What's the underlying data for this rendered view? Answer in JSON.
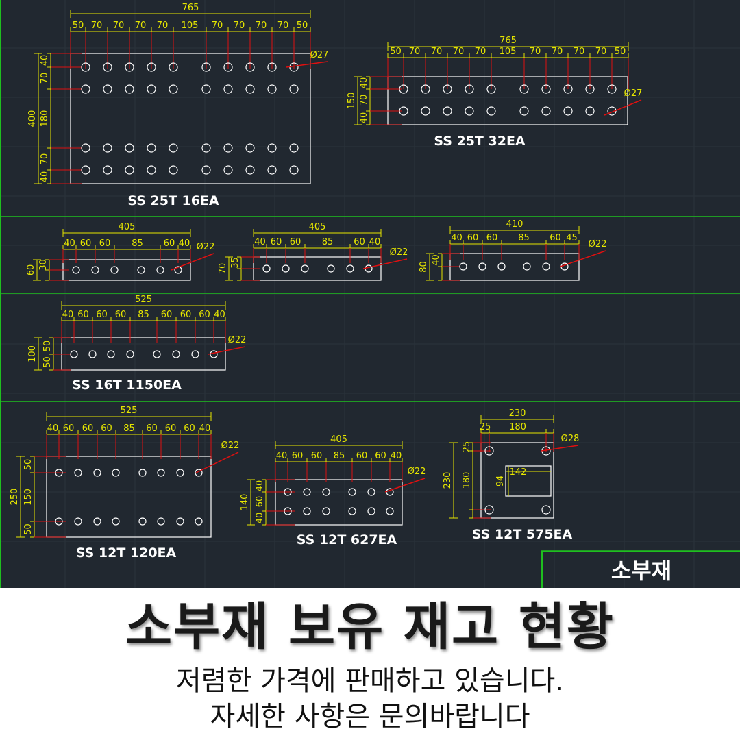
{
  "colors": {
    "background": "#212830",
    "dimension": "#e6e600",
    "leader": "#e01010",
    "divider": "#1fbf1f",
    "part": "#ffffff"
  },
  "parts": [
    {
      "label": "SS 25T 16EA",
      "width_total": "765",
      "width_segments": [
        "50",
        "70",
        "70",
        "70",
        "70",
        "105",
        "70",
        "70",
        "70",
        "70",
        "50"
      ],
      "height_total": "400",
      "height_segments": [
        "40",
        "70",
        "180",
        "70",
        "40"
      ],
      "hole": "Ø27"
    },
    {
      "label": "SS 25T 32EA",
      "width_total": "765",
      "width_segments": [
        "50",
        "70",
        "70",
        "70",
        "70",
        "105",
        "70",
        "70",
        "70",
        "70",
        "50"
      ],
      "height_total": "150",
      "height_segments": [
        "40",
        "70",
        "40"
      ],
      "hole": "Ø27"
    },
    {
      "width_total": "405",
      "width_segments": [
        "40",
        "60",
        "60",
        "85",
        "60",
        "40"
      ],
      "height_total": "60",
      "height_segments": [
        "30"
      ],
      "hole": "Ø22"
    },
    {
      "width_total": "405",
      "width_segments": [
        "40",
        "60",
        "60",
        "85",
        "60",
        "40"
      ],
      "height_total": "70",
      "height_segments": [
        "35"
      ],
      "hole": "Ø22"
    },
    {
      "width_total": "410",
      "width_segments": [
        "40",
        "60",
        "60",
        "85",
        "60",
        "45"
      ],
      "height_total": "80",
      "height_segments": [
        "40"
      ],
      "hole": "Ø22"
    },
    {
      "label": "SS 16T 1150EA",
      "width_total": "525",
      "width_segments": [
        "40",
        "60",
        "60",
        "60",
        "85",
        "60",
        "60",
        "60",
        "40"
      ],
      "height_total": "100",
      "height_segments": [
        "50",
        "50"
      ],
      "hole": "Ø22"
    },
    {
      "label": "SS 12T 120EA",
      "width_total": "525",
      "width_segments": [
        "40",
        "60",
        "60",
        "60",
        "85",
        "60",
        "60",
        "60",
        "40"
      ],
      "height_total": "250",
      "height_segments": [
        "50",
        "150",
        "50"
      ],
      "hole": "Ø22"
    },
    {
      "label": "SS 12T 627EA",
      "width_total": "405",
      "width_segments": [
        "40",
        "60",
        "60",
        "85",
        "60",
        "60",
        "40"
      ],
      "height_total": "140",
      "height_segments": [
        "40",
        "60",
        "40"
      ],
      "hole": "Ø22"
    },
    {
      "label": "SS 12T 575EA",
      "width_total": "230",
      "width_segments": [
        "25",
        "180"
      ],
      "height_total": "230",
      "height_segments": [
        "25",
        "180"
      ],
      "hole": "Ø28",
      "inner_width": "142",
      "inner_height": "94"
    }
  ],
  "corner_tag": "소부재",
  "title": "소부재 보유 재고 현황",
  "subtitle_lines": [
    "저렴한 가격에 판매하고 있습니다.",
    "자세한 사항은 문의바랍니다"
  ]
}
